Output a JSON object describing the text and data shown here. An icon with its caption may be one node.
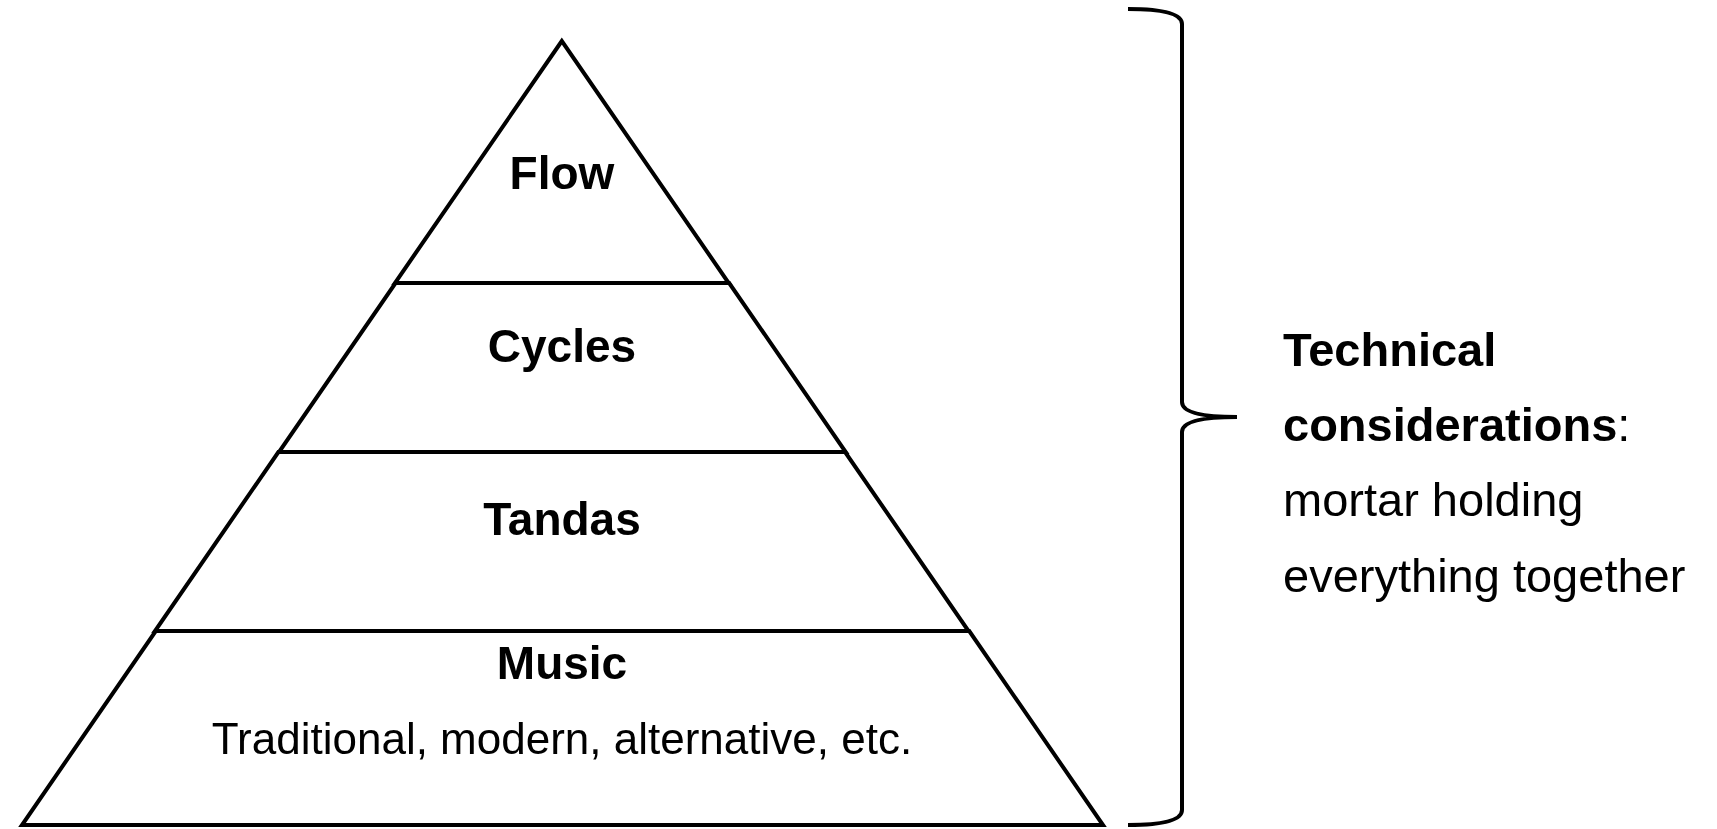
{
  "diagram": {
    "nodes": [
      {
        "text": [
          "Flow"
        ]
      },
      {
        "text": [
          "Cycles"
        ]
      },
      {
        "text": [
          "Tandas"
        ]
      },
      {
        "text": [
          "Music",
          "Traditional, modern, alternative, etc."
        ]
      }
    ],
    "edges": [],
    "labels": [
      "**Technical considerations**: mortar holding everything together"
    ]
  }
}
